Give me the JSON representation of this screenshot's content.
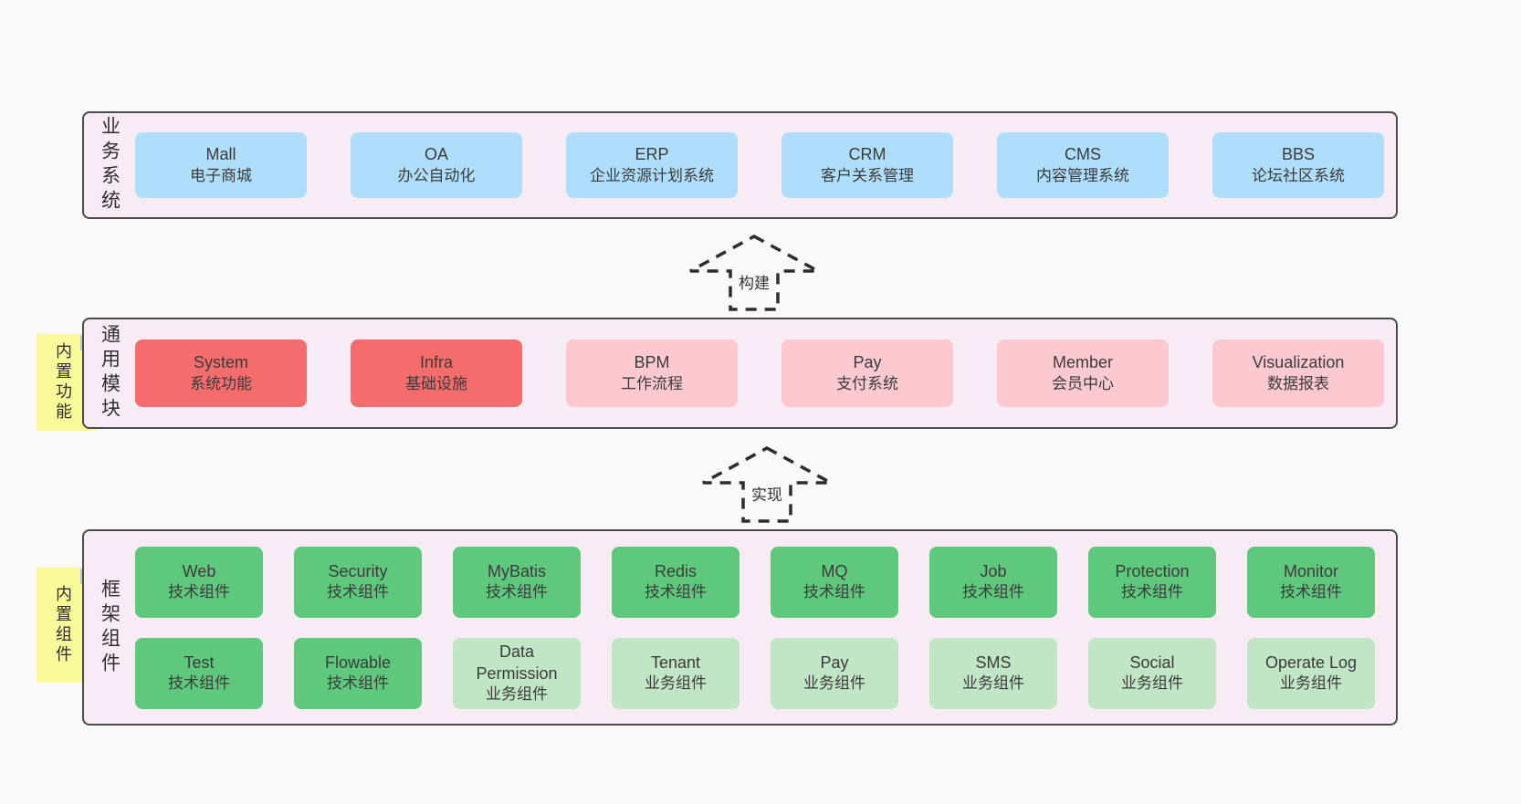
{
  "colors": {
    "page_bg": "#f9f9f9",
    "layer_bg": "#f8ecf4",
    "layer_border": "#4a4a4a",
    "blue_box": "#afdefa",
    "red_box": "#f56c6c",
    "pink_box": "#fcc9d1",
    "green_dark_box": "#5ec87d",
    "green_light_box": "#c0e6c6",
    "note_bg": "#fafa9b",
    "note_fold": "#c6c6c6",
    "text": "#3b3b3b"
  },
  "business": {
    "label": "业务系统",
    "boxes": [
      {
        "title": "Mall",
        "subtitle": "电子商城"
      },
      {
        "title": "OA",
        "subtitle": "办公自动化"
      },
      {
        "title": "ERP",
        "subtitle": "企业资源计划系统"
      },
      {
        "title": "CRM",
        "subtitle": "客户关系管理"
      },
      {
        "title": "CMS",
        "subtitle": "内容管理系统"
      },
      {
        "title": "BBS",
        "subtitle": "论坛社区系统"
      }
    ]
  },
  "arrows": {
    "build": "构建",
    "implement": "实现"
  },
  "modules": {
    "label": "通用模块",
    "note": "内置功能",
    "boxes": [
      {
        "title": "System",
        "subtitle": "系统功能"
      },
      {
        "title": "Infra",
        "subtitle": "基础设施"
      },
      {
        "title": "BPM",
        "subtitle": "工作流程"
      },
      {
        "title": "Pay",
        "subtitle": "支付系统"
      },
      {
        "title": "Member",
        "subtitle": "会员中心"
      },
      {
        "title": "Visualization",
        "subtitle": "数据报表"
      }
    ]
  },
  "framework": {
    "label": "框架组件",
    "note": "内置组件",
    "row1": [
      {
        "title": "Web",
        "subtitle": "技术组件"
      },
      {
        "title": "Security",
        "subtitle": "技术组件"
      },
      {
        "title": "MyBatis",
        "subtitle": "技术组件"
      },
      {
        "title": "Redis",
        "subtitle": "技术组件"
      },
      {
        "title": "MQ",
        "subtitle": "技术组件"
      },
      {
        "title": "Job",
        "subtitle": "技术组件"
      },
      {
        "title": "Protection",
        "subtitle": "技术组件"
      },
      {
        "title": "Monitor",
        "subtitle": "技术组件"
      }
    ],
    "row2": [
      {
        "title": "Test",
        "subtitle": "技术组件"
      },
      {
        "title": "Flowable",
        "subtitle": "技术组件"
      },
      {
        "title": "Data Permission",
        "subtitle": "业务组件"
      },
      {
        "title": "Tenant",
        "subtitle": "业务组件"
      },
      {
        "title": "Pay",
        "subtitle": "业务组件"
      },
      {
        "title": "SMS",
        "subtitle": "业务组件"
      },
      {
        "title": "Social",
        "subtitle": "业务组件"
      },
      {
        "title": "Operate Log",
        "subtitle": "业务组件"
      }
    ]
  }
}
